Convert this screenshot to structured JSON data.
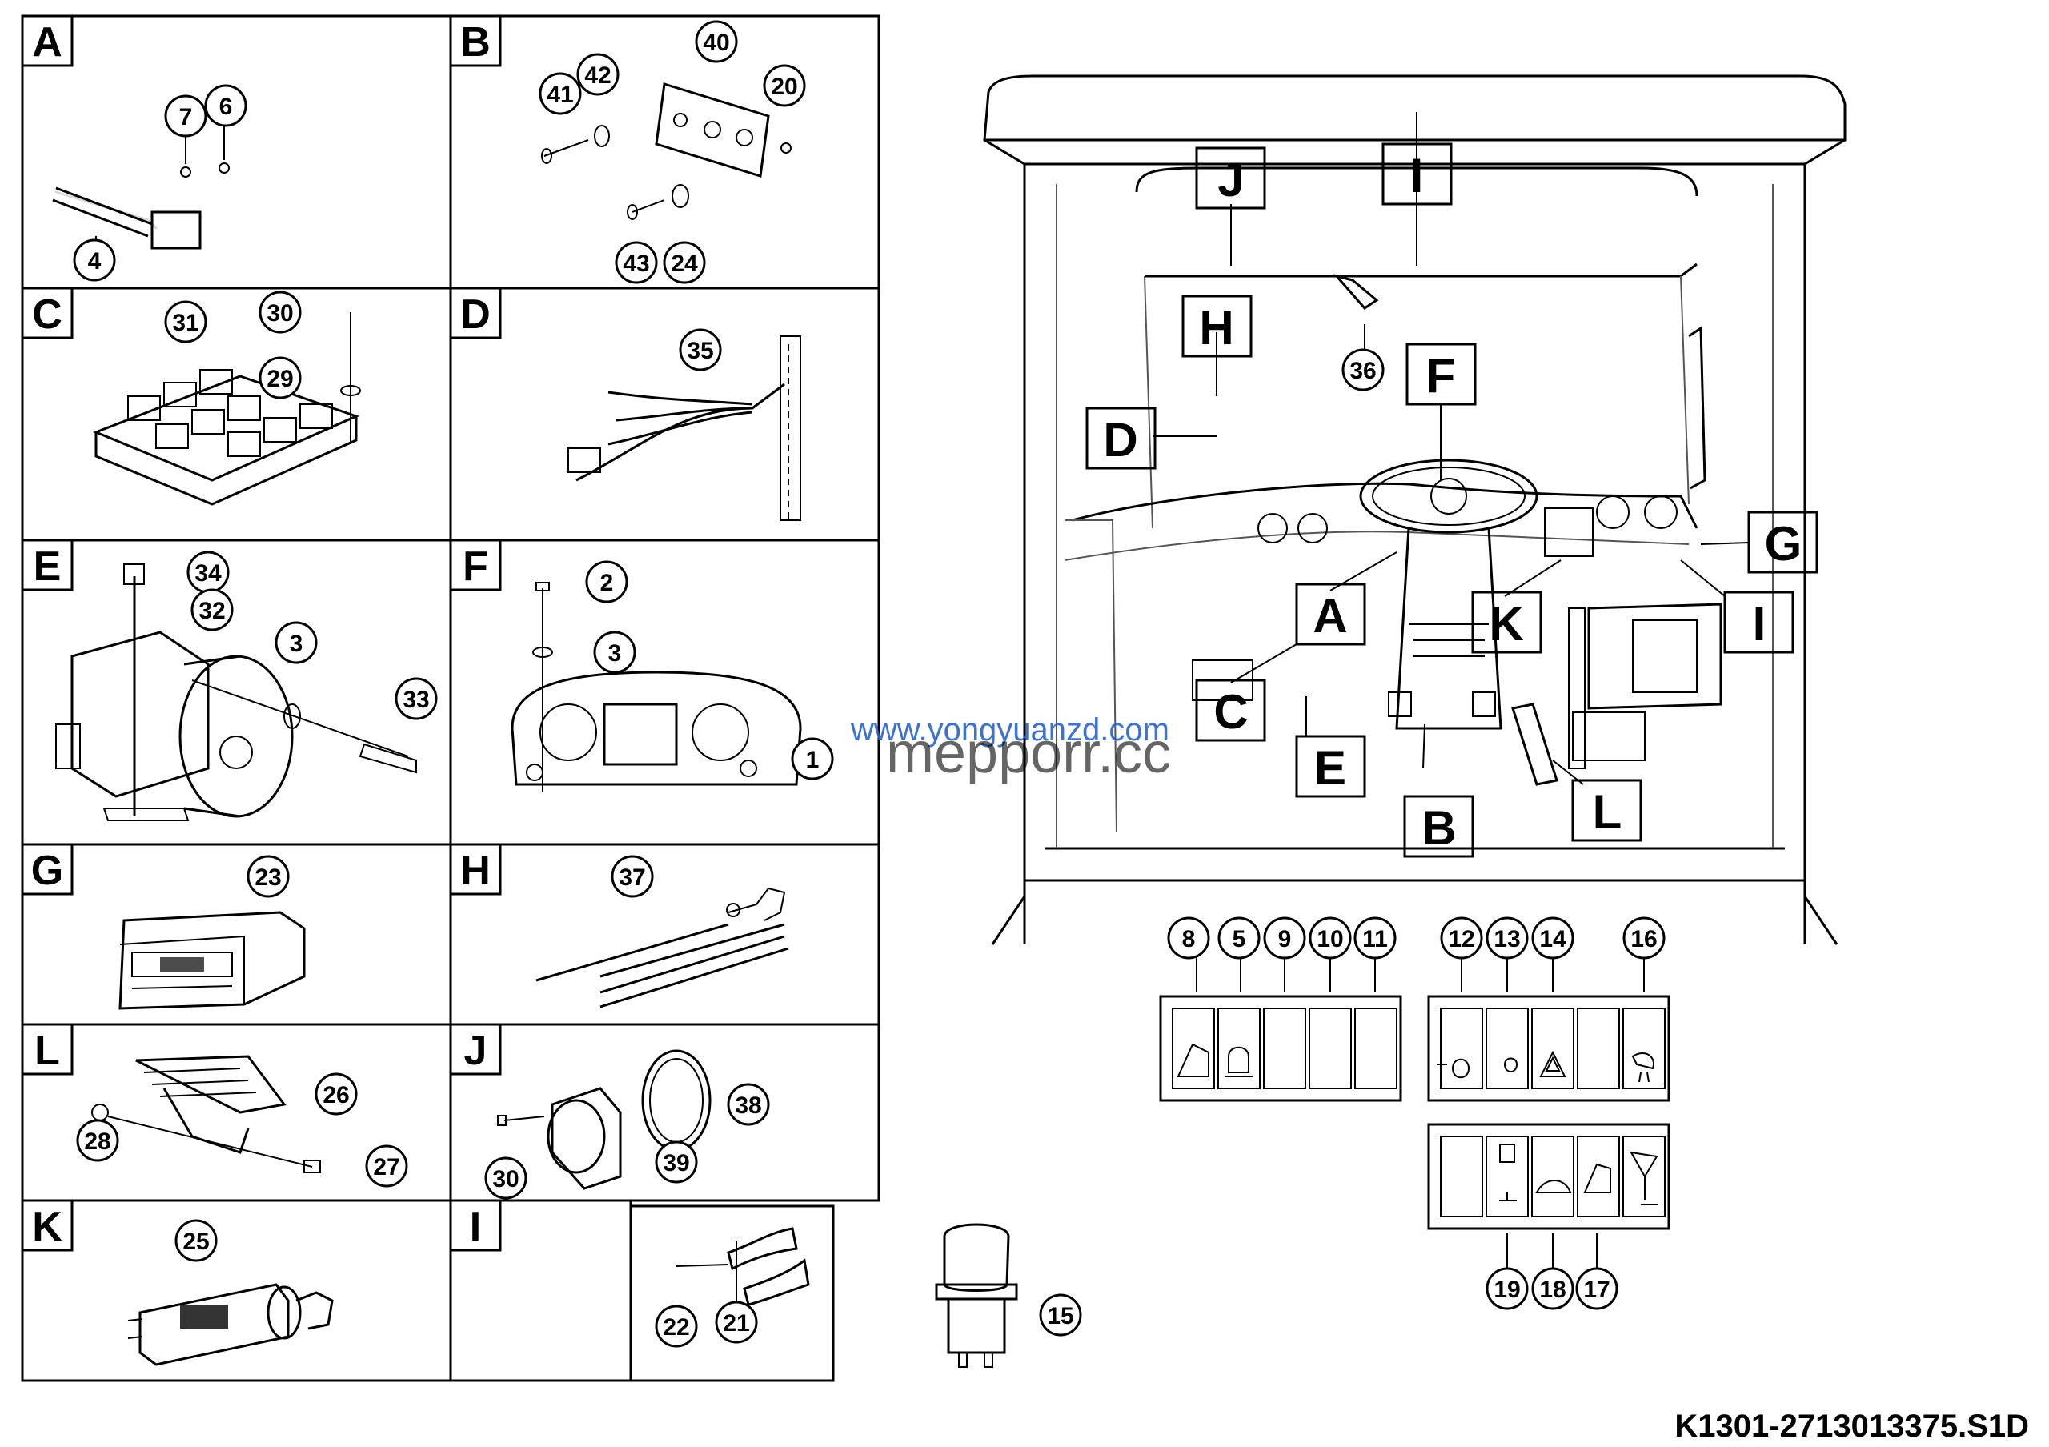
{
  "document_code": "K1301-2713013375.S1D",
  "watermark": {
    "line1": "www.yongyuanzd.com",
    "line2": "mepporr.cc"
  },
  "panels": [
    {
      "letter": "A",
      "callouts": [
        "7",
        "6",
        "4"
      ]
    },
    {
      "letter": "B",
      "callouts": [
        "40",
        "41",
        "42",
        "20",
        "43",
        "24"
      ]
    },
    {
      "letter": "C",
      "callouts": [
        "31",
        "30",
        "29"
      ]
    },
    {
      "letter": "D",
      "callouts": [
        "35"
      ]
    },
    {
      "letter": "E",
      "callouts": [
        "34",
        "32",
        "3",
        "33"
      ]
    },
    {
      "letter": "F",
      "callouts": [
        "2",
        "3",
        "1"
      ]
    },
    {
      "letter": "G",
      "callouts": [
        "23"
      ]
    },
    {
      "letter": "H",
      "callouts": [
        "37"
      ]
    },
    {
      "letter": "L",
      "callouts": [
        "26",
        "28",
        "27"
      ]
    },
    {
      "letter": "J",
      "callouts": [
        "38",
        "30",
        "39"
      ]
    },
    {
      "letter": "K",
      "callouts": [
        "25"
      ]
    },
    {
      "letter": "I",
      "callouts": []
    }
  ],
  "horn_callouts": [
    "22",
    "21"
  ],
  "lamp_callout": "15",
  "cab_labels": [
    "J",
    "I",
    "H",
    "F",
    "D",
    "G",
    "A",
    "K",
    "I",
    "C",
    "E",
    "B",
    "L"
  ],
  "cab_callout": "36",
  "switch_panel_1": [
    "8",
    "5",
    "9",
    "10",
    "11"
  ],
  "switch_panel_2": [
    "12",
    "13",
    "14",
    "16"
  ],
  "switch_panel_3": [
    "19",
    "18",
    "17"
  ],
  "icons": [
    "wiper-icon",
    "beacon-icon",
    "headlight-icon",
    "fog-light-icon",
    "hazard-icon",
    "work-light-icon",
    "fuel-icon",
    "washer-icon",
    "rear-wiper-icon",
    "dump-icon"
  ]
}
